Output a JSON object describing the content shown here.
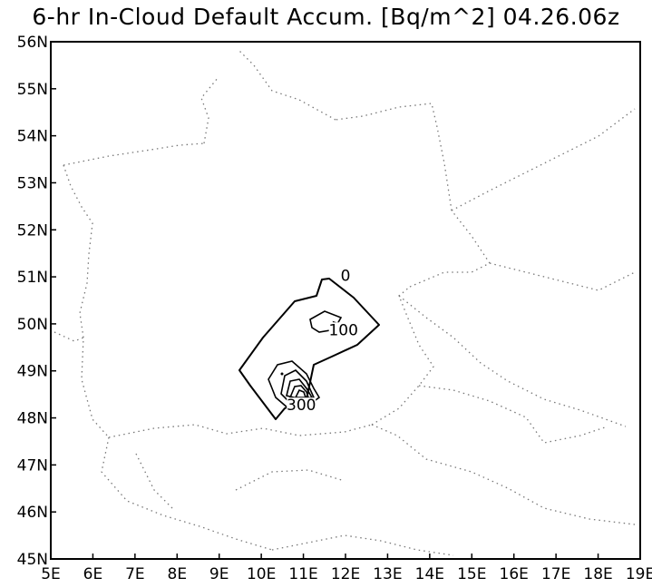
{
  "title": "6-hr In-Cloud Default Accum. [Bq/m^2] 04.26.06z",
  "map": {
    "lon_range": [
      5,
      19
    ],
    "lat_range": [
      45,
      56
    ],
    "lon_ticks": [
      "5E",
      "6E",
      "7E",
      "8E",
      "9E",
      "10E",
      "11E",
      "12E",
      "13E",
      "14E",
      "15E",
      "16E",
      "17E",
      "18E",
      "19E"
    ],
    "lat_ticks": [
      "45N",
      "46N",
      "47N",
      "48N",
      "49N",
      "50N",
      "51N",
      "52N",
      "53N",
      "54N",
      "55N",
      "56N"
    ],
    "contour_labels": [
      {
        "text": "0",
        "lon": 12.0,
        "lat": 50.95
      },
      {
        "text": "100",
        "lon": 11.95,
        "lat": 49.8
      },
      {
        "text": "300",
        "lon": 10.95,
        "lat": 48.2
      }
    ],
    "contour_color": "#000000",
    "border_color": "#777777"
  }
}
